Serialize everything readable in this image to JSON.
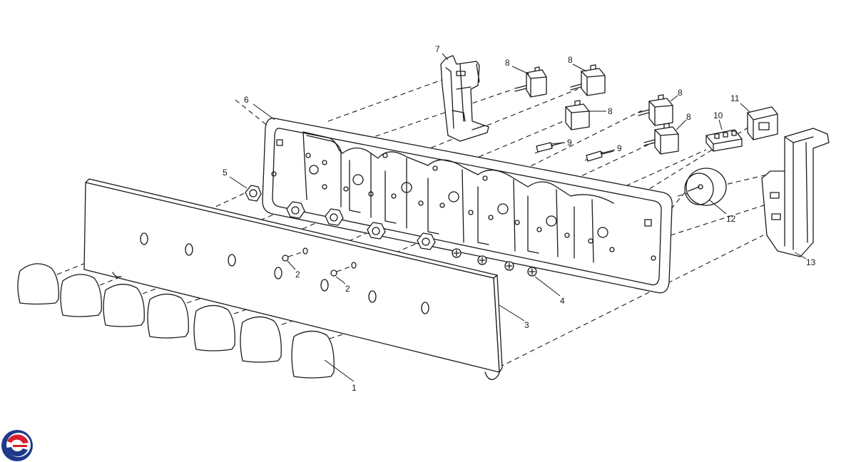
{
  "diagram": {
    "callouts": [
      {
        "id": "knob",
        "label": "1"
      },
      {
        "id": "screw-a",
        "label": "2"
      },
      {
        "id": "screw-b",
        "label": "2"
      },
      {
        "id": "front-panel",
        "label": "3"
      },
      {
        "id": "panel-screws",
        "label": "4"
      },
      {
        "id": "nut",
        "label": "5"
      },
      {
        "id": "control-panel",
        "label": "6"
      },
      {
        "id": "bracket-left",
        "label": "7"
      },
      {
        "id": "switch-1",
        "label": "8"
      },
      {
        "id": "switch-2",
        "label": "8"
      },
      {
        "id": "switch-3",
        "label": "8"
      },
      {
        "id": "switch-4",
        "label": "8"
      },
      {
        "id": "switch-5",
        "label": "8"
      },
      {
        "id": "ignition-a",
        "label": "9"
      },
      {
        "id": "ignition-b",
        "label": "9"
      },
      {
        "id": "selector",
        "label": "10"
      },
      {
        "id": "indicator",
        "label": "11"
      },
      {
        "id": "timer",
        "label": "12"
      },
      {
        "id": "bracket-right",
        "label": "13"
      }
    ]
  },
  "logo": {
    "icon": "brand-logo-icon",
    "colors": [
      "#1f3a8a",
      "#d81e2c"
    ]
  }
}
